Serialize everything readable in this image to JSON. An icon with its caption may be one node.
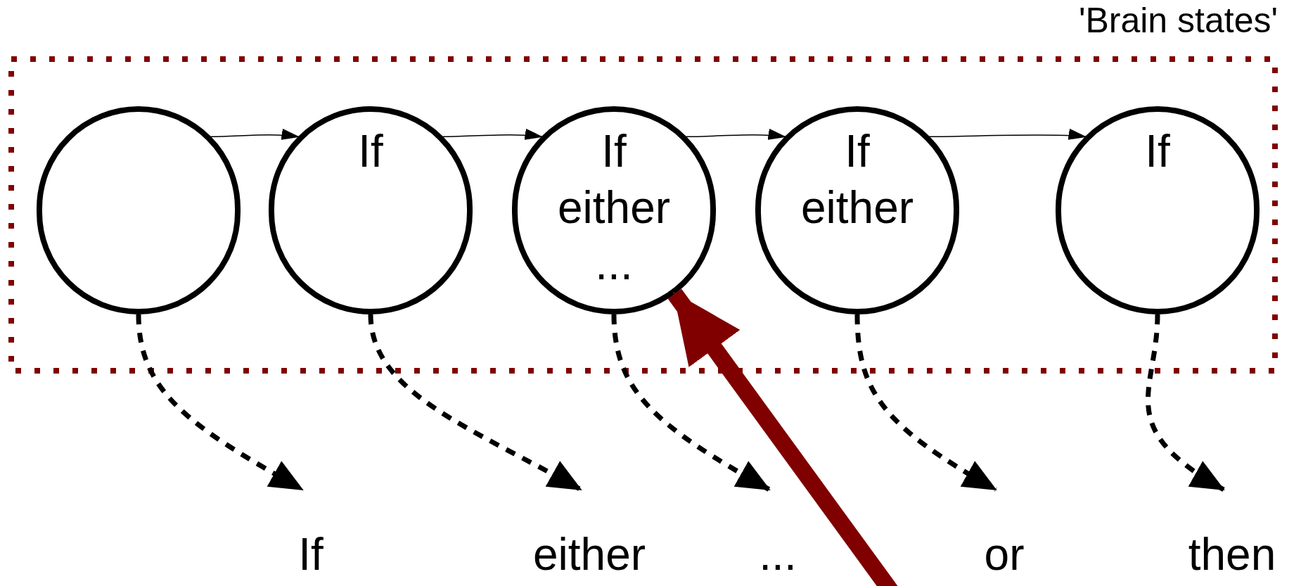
{
  "diagram": {
    "nodes": [
      {
        "text": [
          "'Brain states'"
        ]
      },
      {
        "text": [],
        "shape": "circle",
        "in": 0
      },
      {
        "text": [
          "If"
        ],
        "in": 0
      },
      {
        "text": [
          "If",
          "either",
          "..."
        ],
        "in": 0
      },
      {
        "text": [
          "If",
          "either"
        ],
        "in": 0
      },
      {
        "text": [
          "If"
        ],
        "in": 0
      },
      {
        "text": [
          "If"
        ]
      },
      {
        "text": [
          "either"
        ]
      },
      {
        "text": [
          "..."
        ]
      },
      {
        "text": [
          "or"
        ]
      },
      {
        "text": [
          "then"
        ]
      }
    ],
    "edges": [
      {
        "from": 1,
        "to": 2,
        "arrow": "to"
      },
      {
        "from": 2,
        "to": 3,
        "arrow": "to"
      },
      {
        "from": 3,
        "to": 4,
        "arrow": "to"
      },
      {
        "from": 4,
        "to": 5,
        "arrow": "to"
      },
      {
        "from": 1,
        "to": 6,
        "arrow": "to",
        "style": "dashed"
      },
      {
        "from": 2,
        "to": 7,
        "arrow": "to",
        "style": "dashed"
      },
      {
        "from": 3,
        "to": 8,
        "arrow": "to",
        "style": "dashed"
      },
      {
        "from": 4,
        "to": 9,
        "arrow": "to",
        "style": "dashed"
      },
      {
        "from": 5,
        "to": 10,
        "arrow": "to",
        "style": "dashed"
      },
      {
        "from": null,
        "to": 3,
        "arrow": "to",
        "style": "thick",
        "color": "#800000"
      }
    ]
  }
}
